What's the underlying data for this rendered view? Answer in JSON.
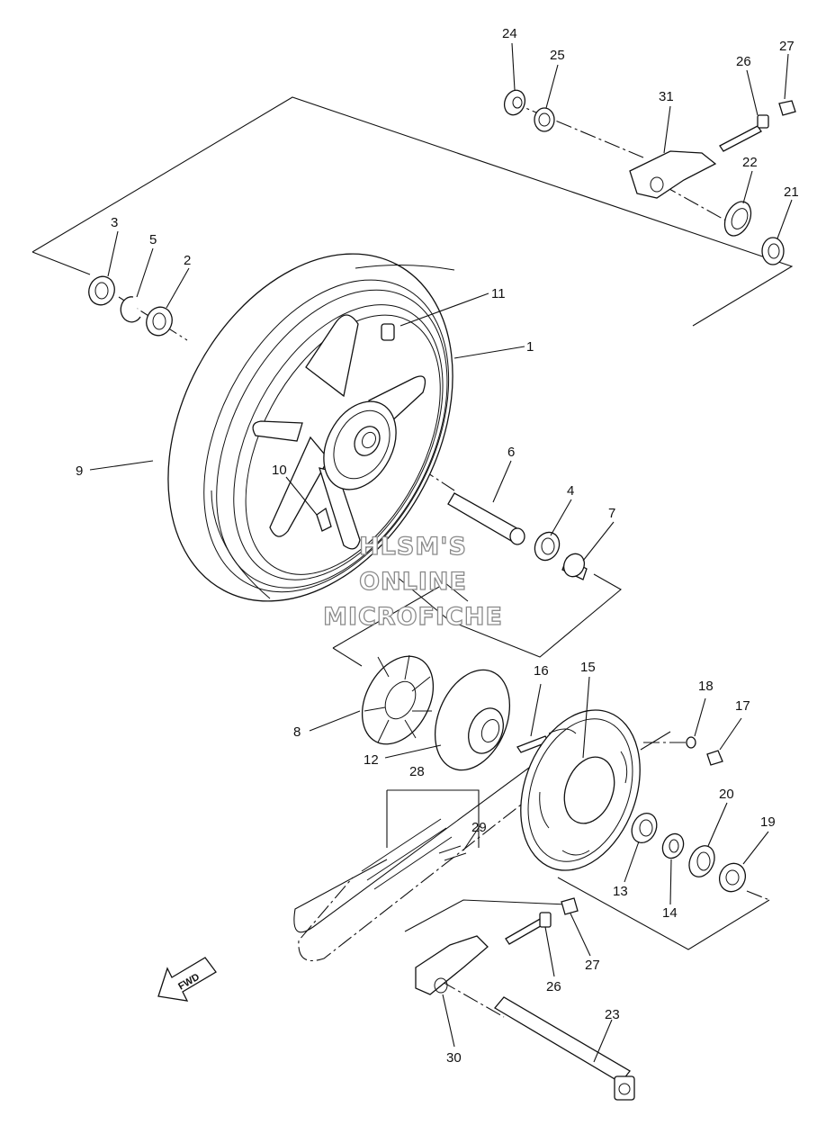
{
  "diagram": {
    "watermark_lines": [
      "HLSM'S",
      "ONLINE",
      "MICROFICHE"
    ],
    "fwd_label": "FWD",
    "callouts": [
      {
        "id": "c1",
        "text": "1"
      },
      {
        "id": "c2",
        "text": "2"
      },
      {
        "id": "c3",
        "text": "3"
      },
      {
        "id": "c4",
        "text": "4"
      },
      {
        "id": "c5",
        "text": "5"
      },
      {
        "id": "c6",
        "text": "6"
      },
      {
        "id": "c7",
        "text": "7"
      },
      {
        "id": "c8",
        "text": "8"
      },
      {
        "id": "c9",
        "text": "9"
      },
      {
        "id": "c10",
        "text": "10"
      },
      {
        "id": "c11",
        "text": "11"
      },
      {
        "id": "c12",
        "text": "12"
      },
      {
        "id": "c13",
        "text": "13"
      },
      {
        "id": "c14",
        "text": "14"
      },
      {
        "id": "c15",
        "text": "15"
      },
      {
        "id": "c16",
        "text": "16"
      },
      {
        "id": "c17",
        "text": "17"
      },
      {
        "id": "c18",
        "text": "18"
      },
      {
        "id": "c19",
        "text": "19"
      },
      {
        "id": "c20",
        "text": "20"
      },
      {
        "id": "c21",
        "text": "21"
      },
      {
        "id": "c22",
        "text": "22"
      },
      {
        "id": "c23",
        "text": "23"
      },
      {
        "id": "c24",
        "text": "24"
      },
      {
        "id": "c25",
        "text": "25"
      },
      {
        "id": "c26a",
        "text": "26"
      },
      {
        "id": "c26b",
        "text": "26"
      },
      {
        "id": "c27a",
        "text": "27"
      },
      {
        "id": "c27b",
        "text": "27"
      },
      {
        "id": "c28",
        "text": "28"
      },
      {
        "id": "c29",
        "text": "29"
      },
      {
        "id": "c30",
        "text": "30"
      },
      {
        "id": "c31",
        "text": "31"
      }
    ]
  }
}
